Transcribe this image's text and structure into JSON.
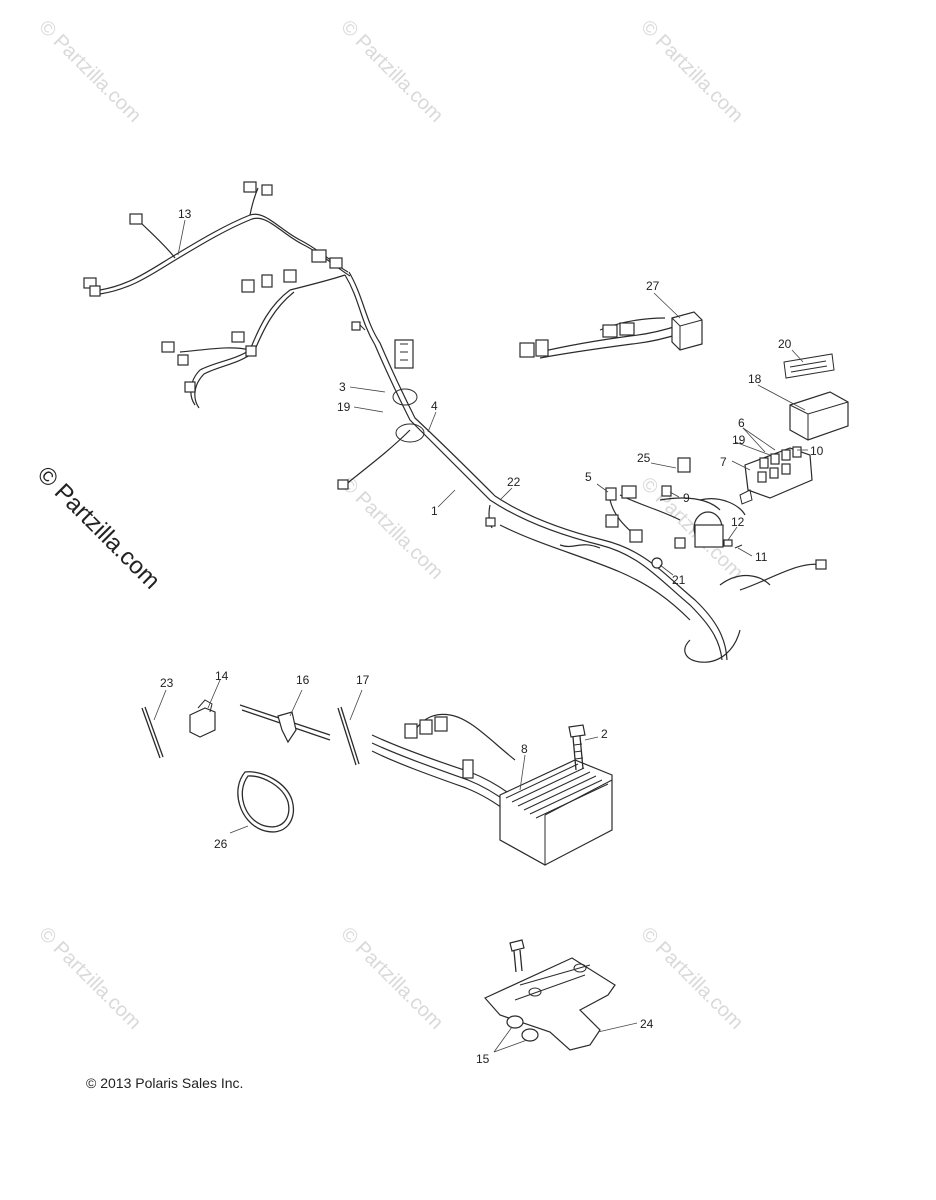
{
  "watermarks": [
    "© Partzilla.com",
    "© Partzilla.com",
    "© Partzilla.com",
    "© Partzilla.com",
    "© Partzilla.com",
    "© Partzilla.com",
    "© Partzilla.com",
    "© Partzilla.com",
    "© Partzilla.com"
  ],
  "side_watermark": "© Partzilla.com",
  "callouts": {
    "c1": "1",
    "c2": "2",
    "c3": "3",
    "c4": "4",
    "c5": "5",
    "c6": "6",
    "c7": "7",
    "c8": "8",
    "c9": "9",
    "c10": "10",
    "c11": "11",
    "c12": "12",
    "c13": "13",
    "c14": "14",
    "c15": "15",
    "c16": "16",
    "c17": "17",
    "c18": "18",
    "c19a": "19",
    "c19b": "19",
    "c20": "20",
    "c21": "21",
    "c22": "22",
    "c23": "23",
    "c24": "24",
    "c25": "25",
    "c26": "26",
    "c27": "27"
  },
  "copyright": "© 2013 Polaris Sales Inc."
}
